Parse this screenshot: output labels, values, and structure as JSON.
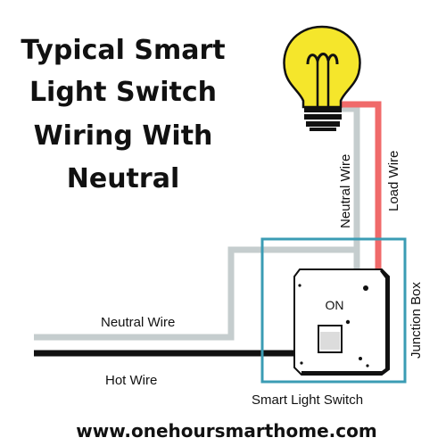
{
  "title": {
    "lines": [
      "Typical  Smart",
      "Light Switch",
      "Wiring With",
      "Neutral"
    ]
  },
  "labels": {
    "neutral_wire_vertical": "Neutral Wire",
    "load_wire": "Load Wire",
    "junction_box": "Junction Box",
    "neutral_wire": "Neutral Wire",
    "hot_wire": "Hot Wire",
    "smart_light_switch": "Smart Light Switch",
    "switch_state": "ON"
  },
  "footer": {
    "url": "www.onehoursmarthome.com"
  },
  "colors": {
    "neutral": "#c5cdce",
    "load": "#f06a6a",
    "hot": "#111111",
    "box": "#3b9cb4",
    "bulb": "#f5e62b"
  }
}
